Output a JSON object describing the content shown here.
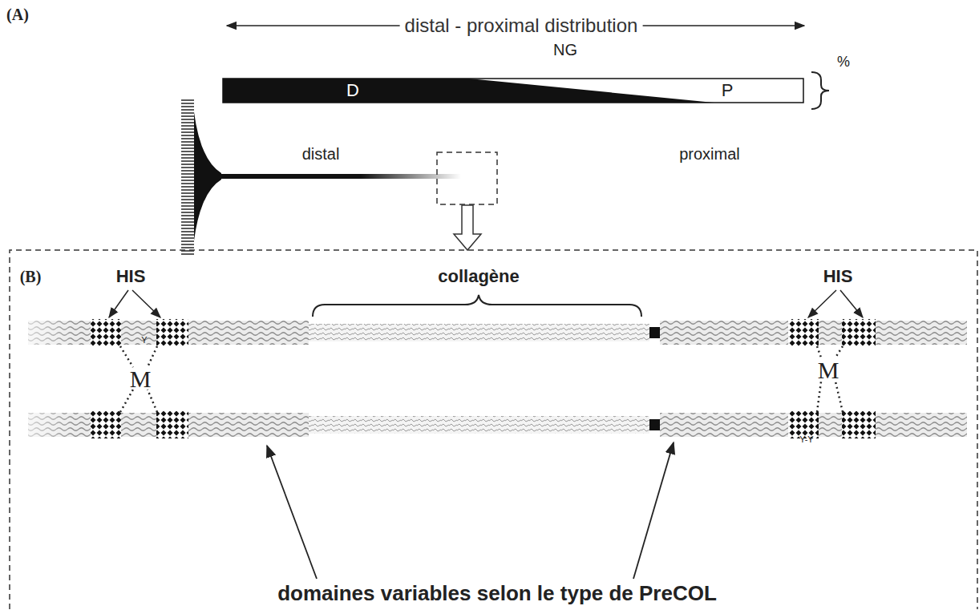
{
  "diagram": {
    "nodes": [
      {
        "text": [
          "D",
          "P"
        ]
      }
    ],
    "labels": [
      "(A)",
      "distal - proximal distribution",
      "NG",
      "%",
      "distal",
      "proximal",
      "(B)",
      "HIS",
      "collagène",
      "HIS",
      "Y",
      "M",
      "M",
      "Y-Y",
      "domaines variables selon le type de PreCOL"
    ]
  }
}
